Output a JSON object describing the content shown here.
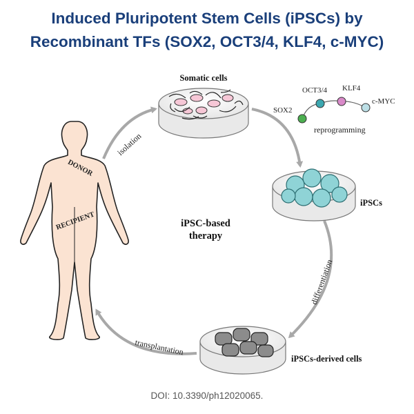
{
  "title": {
    "line1": "Induced Pluripotent Stem Cells (iPSCs) by",
    "line2": "Recombinant TFs (SOX2, OCT3/4, KLF4, c-MYC)"
  },
  "colors": {
    "title": "#1a3f7a",
    "arrow": "#a8a8a8",
    "body_fill": "#fbe3d2",
    "body_stroke": "#222222",
    "ipsc_fill": "#8fd3d6",
    "derived_fill": "#8c8c8c",
    "somatic_cell_fill": "#f6c7d6",
    "sox2_bead": "#4caf50",
    "oct34_bead": "#3ca7b0",
    "klf4_bead": "#d98ac9",
    "cmyc_bead": "#bcdfe6"
  },
  "diagram": {
    "center_label_line1": "iPSC-based",
    "center_label_line2": "therapy",
    "body_labels": {
      "donor": "DONOR",
      "recipient": "RECIPIENT"
    },
    "stages": {
      "somatic": "Somatic cells",
      "ipscs": "iPSCs",
      "derived": "iPSCs-derived cells"
    },
    "arrows": {
      "isolation": "isolation",
      "reprogramming": "reprogramming",
      "differentiation": "differentiation",
      "transplantation": "transplantation"
    },
    "factors": {
      "sox2": "SOX2",
      "oct34": "OCT3/4",
      "klf4": "KLF4",
      "cmyc": "c-MYC"
    }
  },
  "doi": "DOI: 10.3390/ph12020065."
}
